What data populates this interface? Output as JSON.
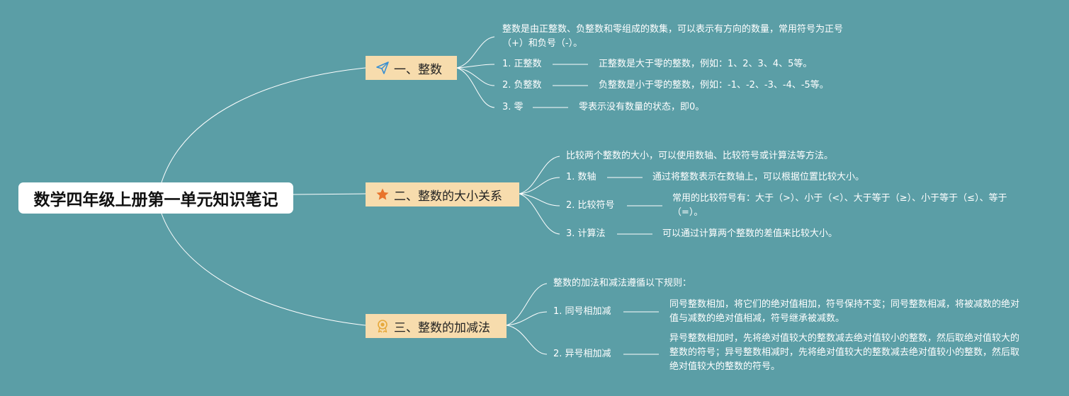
{
  "root": {
    "title": "数学四年级上册第一单元知识笔记"
  },
  "topics": [
    {
      "label": "一、整数",
      "icon": "paper-plane-icon",
      "intro": "整数是由正整数、负整数和零组成的数集，可以表示有方向的数量，常用符号为正号（+）和负号（-）。",
      "items": [
        {
          "label": "1. 正整数",
          "desc": "正整数是大于零的整数，例如：1、2、3、4、5等。"
        },
        {
          "label": "2. 负整数",
          "desc": "负整数是小于零的整数，例如：-1、-2、-3、-4、-5等。"
        },
        {
          "label": "3. 零",
          "desc": "零表示没有数量的状态，即0。"
        }
      ]
    },
    {
      "label": "二、整数的大小关系",
      "icon": "star-icon",
      "intro": "比较两个整数的大小，可以使用数轴、比较符号或计算法等方法。",
      "items": [
        {
          "label": "1. 数轴",
          "desc": "通过将整数表示在数轴上，可以根据位置比较大小。"
        },
        {
          "label": "2. 比较符号",
          "desc": "常用的比较符号有：大于（>）、小于（<）、大于等于（≥）、小于等于（≤）、等于（=）。"
        },
        {
          "label": "3. 计算法",
          "desc": "可以通过计算两个整数的差值来比较大小。"
        }
      ]
    },
    {
      "label": "三、整数的加减法",
      "icon": "award-medal-icon",
      "intro": "整数的加法和减法遵循以下规则：",
      "items": [
        {
          "label": "1. 同号相加减",
          "desc": "同号整数相加，将它们的绝对值相加，符号保持不变；同号整数相减，将被减数的绝对值与减数的绝对值相减，符号继承被减数。"
        },
        {
          "label": "2. 异号相加减",
          "desc": "异号整数相加时，先将绝对值较大的整数减去绝对值较小的整数，然后取绝对值较大的整数的符号；异号整数相减时，先将绝对值较大的整数减去绝对值较小的整数，然后取绝对值较大的整数的符号。"
        }
      ]
    }
  ],
  "colors": {
    "background": "#5b9ea6",
    "topic_fill": "#f7dcad",
    "line": "#ffffff",
    "star": "#e8742c",
    "plane": "#3a8fd0",
    "medal": "#e6a83a"
  }
}
